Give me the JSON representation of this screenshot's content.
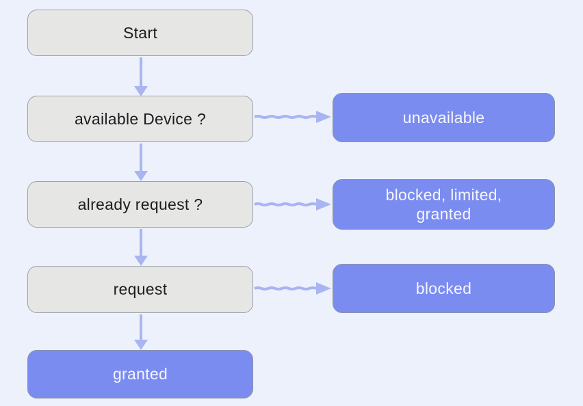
{
  "diagram": {
    "title": "device request flowchart",
    "nodes": {
      "start": {
        "label": "Start",
        "kind": "process"
      },
      "available_device": {
        "label": "available Device ?",
        "kind": "process"
      },
      "already_request": {
        "label": "already request ?",
        "kind": "process"
      },
      "request": {
        "label": "request",
        "kind": "process"
      },
      "granted": {
        "label": "granted",
        "kind": "outcome"
      },
      "unavailable": {
        "label": "unavailable",
        "kind": "outcome"
      },
      "blocked_limited_granted": {
        "line1": "blocked, limited,",
        "line2": "granted",
        "kind": "outcome"
      },
      "blocked": {
        "label": "blocked",
        "kind": "outcome"
      }
    },
    "edges": [
      {
        "from": "start",
        "to": "available_device",
        "direction": "down"
      },
      {
        "from": "available_device",
        "to": "already_request",
        "direction": "down"
      },
      {
        "from": "already_request",
        "to": "request",
        "direction": "down"
      },
      {
        "from": "request",
        "to": "granted",
        "direction": "down"
      },
      {
        "from": "available_device",
        "to": "unavailable",
        "direction": "right"
      },
      {
        "from": "already_request",
        "to": "blocked_limited_granted",
        "direction": "right"
      },
      {
        "from": "request",
        "to": "blocked",
        "direction": "right"
      }
    ]
  },
  "colors": {
    "background": "#edf1fb",
    "process_fill": "#e6e6e5",
    "process_border": "#9aa0a8",
    "process_text": "#1d1d1f",
    "outcome_fill": "#7b8cf0",
    "outcome_border": "#8a92a8",
    "outcome_text": "#f4f6ff",
    "arrow": "#a9b4f2"
  }
}
